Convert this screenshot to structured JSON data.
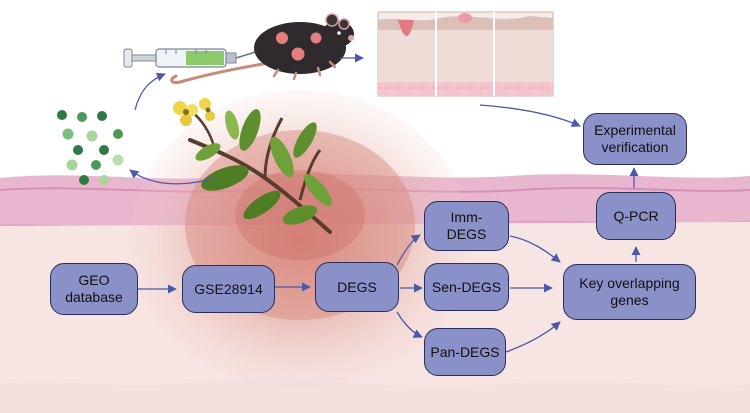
{
  "nodes": {
    "geo": "GEO\ndatabase",
    "gse": "GSE28914",
    "degs": "DEGS",
    "imm": "Imm-\nDEGS",
    "sen": "Sen-DEGS",
    "pan": "Pan-DEGS",
    "key": "Key overlapping\ngenes",
    "qpcr": "Q-PCR",
    "exp": "Experimental\nverification"
  },
  "colors": {
    "node_fill": "#8a90c8",
    "node_border": "#2a2e5a",
    "arrow": "#4a5aa8",
    "skin_upper": "#e7b3cc",
    "skin_dermis": "#f6e3e3",
    "wound": "#d9847c"
  },
  "icons": [
    "syringe-icon",
    "mouse-icon",
    "skin-section-icon",
    "cell-dots-icon",
    "plant-icon"
  ]
}
